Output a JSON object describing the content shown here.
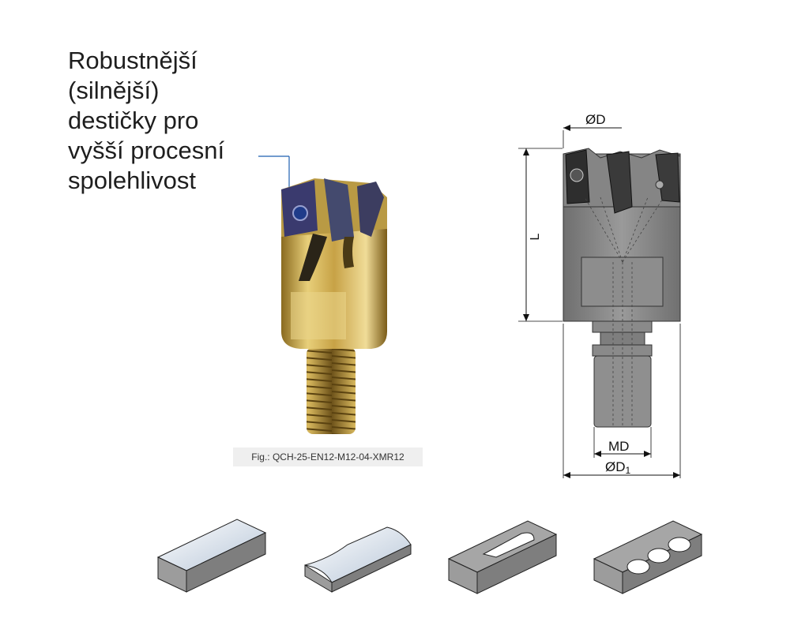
{
  "headline": "Robustnější\n(silnější)\ndestičky pro\nvyšší procesní\nspolehlivost",
  "caption": "Fig.: QCH-25-EN12-M12-04-XMR12",
  "dimensions": {
    "diameter_D": "ØD",
    "length_L": "L",
    "thread_MD": "MD",
    "diameter_D1_main": "ØD",
    "diameter_D1_sub": "1"
  },
  "applications": [
    "face-milling",
    "profile-milling",
    "pocket-milling",
    "slot-milling"
  ],
  "colors": {
    "leader_line": "#1f5fb0",
    "gold_body": "#c9a54a",
    "insert_blue": "#3a3a6e",
    "drawing_gray": "#8e8e8e",
    "workpiece_gray": "#9c9c9c"
  }
}
